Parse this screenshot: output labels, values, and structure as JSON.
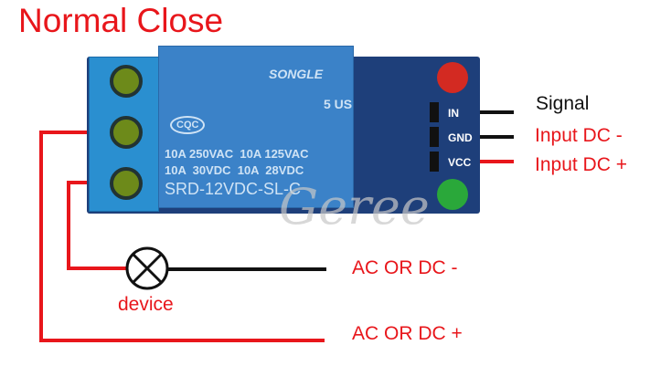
{
  "title": "Normal Close",
  "relay": {
    "brand": "SONGLE",
    "cert": "CQC",
    "rating1": "10A 250VAC  10A 125VAC",
    "rating2": "10A  30VDC  10A  28VDC",
    "model": "SRD-12VDC-SL-C",
    "ul": "5 US"
  },
  "pins": [
    "IN",
    "GND",
    "VCC"
  ],
  "right_labels": [
    "Signal",
    "Input DC -",
    "Input DC +"
  ],
  "device_label": "device",
  "ac_minus": "AC OR DC -",
  "ac_plus": "AC OR DC +",
  "watermark": "Geree",
  "colors": {
    "wire_red": "#e8161b",
    "wire_black": "#111111",
    "board": "#1e3f7a",
    "relay": "#3b82c8"
  }
}
